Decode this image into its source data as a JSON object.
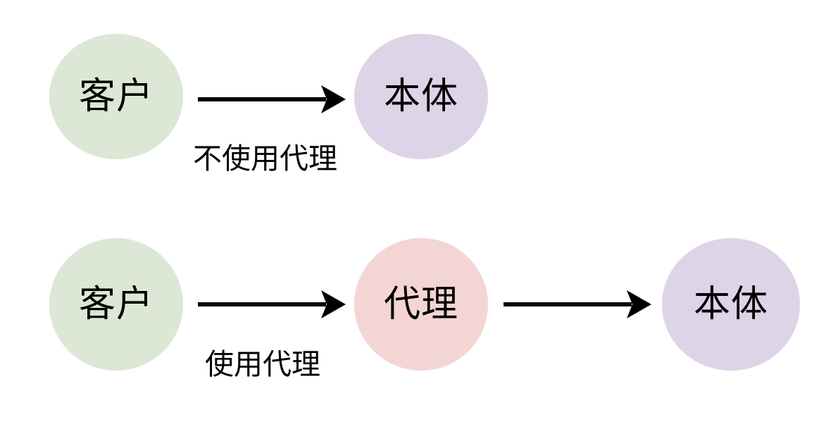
{
  "diagram": {
    "title_text": "",
    "background_color": "#ffffff",
    "colors": {
      "client_fill": "#dce8d5",
      "proxy_fill": "#f3d6d3",
      "subject_fill": "#ddd4e7",
      "arrow_stroke": "#000000",
      "text": "#000000"
    },
    "rows": [
      {
        "id": "row-no-proxy",
        "nodes": [
          {
            "id": "client-1",
            "label": "客户",
            "role": "client",
            "fill": "#dce8d5"
          },
          {
            "id": "subject-1",
            "label": "本体",
            "role": "subject",
            "fill": "#ddd4e7"
          }
        ],
        "edges": [
          {
            "id": "edge-1",
            "from": "client-1",
            "to": "subject-1",
            "label": "不使用代理",
            "arrowhead": "solid-triangle"
          }
        ]
      },
      {
        "id": "row-with-proxy",
        "nodes": [
          {
            "id": "client-2",
            "label": "客户",
            "role": "client",
            "fill": "#dce8d5"
          },
          {
            "id": "proxy-2",
            "label": "代理",
            "role": "proxy",
            "fill": "#f3d6d3"
          },
          {
            "id": "subject-2",
            "label": "本体",
            "role": "subject",
            "fill": "#ddd4e7"
          }
        ],
        "edges": [
          {
            "id": "edge-2",
            "from": "client-2",
            "to": "proxy-2",
            "label": "使用代理",
            "arrowhead": "solid-triangle"
          },
          {
            "id": "edge-3",
            "from": "proxy-2",
            "to": "subject-2",
            "label": "",
            "arrowhead": "solid-triangle"
          }
        ]
      }
    ]
  }
}
